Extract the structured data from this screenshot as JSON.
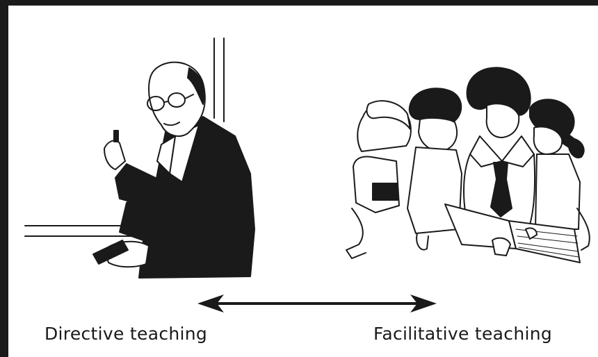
{
  "labels": {
    "left": "Directive teaching",
    "right": "Facilitative teaching"
  },
  "colors": {
    "ink": "#1a1a1a",
    "frame": "#1a1a1a",
    "background": "#ffffff"
  },
  "icons": {
    "left_figure": "teacher-at-board-illustration",
    "right_figure": "teacher-with-children-illustration",
    "connector": "double-headed-arrow"
  }
}
